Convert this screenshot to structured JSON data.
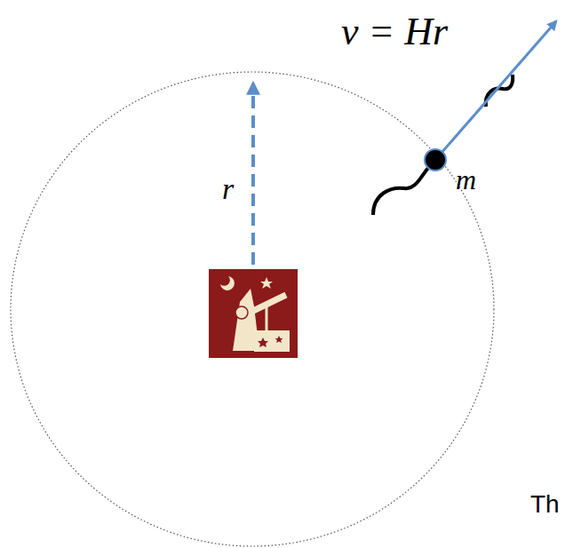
{
  "diagram": {
    "labels": [
      "v = Hr",
      "r",
      "m",
      "Th"
    ]
  }
}
